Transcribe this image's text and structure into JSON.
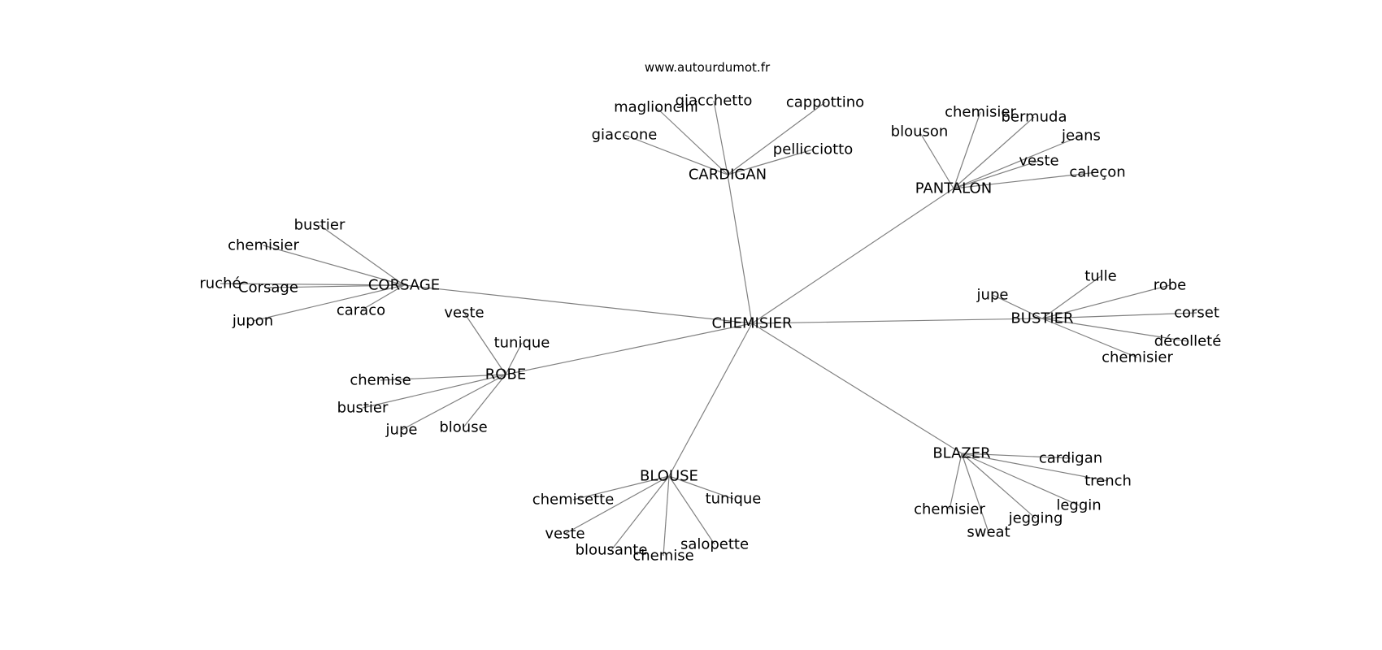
{
  "source": "www.autourdumot.fr",
  "edge_color": "#808080",
  "center": "CHEMISIER",
  "clusters": [
    {
      "hub": "CARDIGAN",
      "leaves": [
        "maglioncini",
        "giacchetto",
        "cappottino",
        "giaccone",
        "pellicciotto"
      ]
    },
    {
      "hub": "PANTALON",
      "leaves": [
        "chemisier",
        "bermuda",
        "blouson",
        "jeans",
        "veste",
        "caleçon"
      ]
    },
    {
      "hub": "CORSAGE",
      "leaves": [
        "bustier",
        "chemisier",
        "ruché",
        "Corsage",
        "caraco",
        "jupon"
      ]
    },
    {
      "hub": "ROBE",
      "leaves": [
        "veste",
        "tunique",
        "chemise",
        "bustier",
        "jupe",
        "blouse"
      ]
    },
    {
      "hub": "BUSTIER",
      "leaves": [
        "tulle",
        "robe",
        "jupe",
        "corset",
        "décolleté",
        "chemisier"
      ]
    },
    {
      "hub": "BLOUSE",
      "leaves": [
        "chemisette",
        "tunique",
        "veste",
        "blousante",
        "chemise",
        "salopette"
      ]
    },
    {
      "hub": "BLAZER",
      "leaves": [
        "cardigan",
        "trench",
        "leggin",
        "jegging",
        "chemisier",
        "sweat"
      ]
    }
  ]
}
